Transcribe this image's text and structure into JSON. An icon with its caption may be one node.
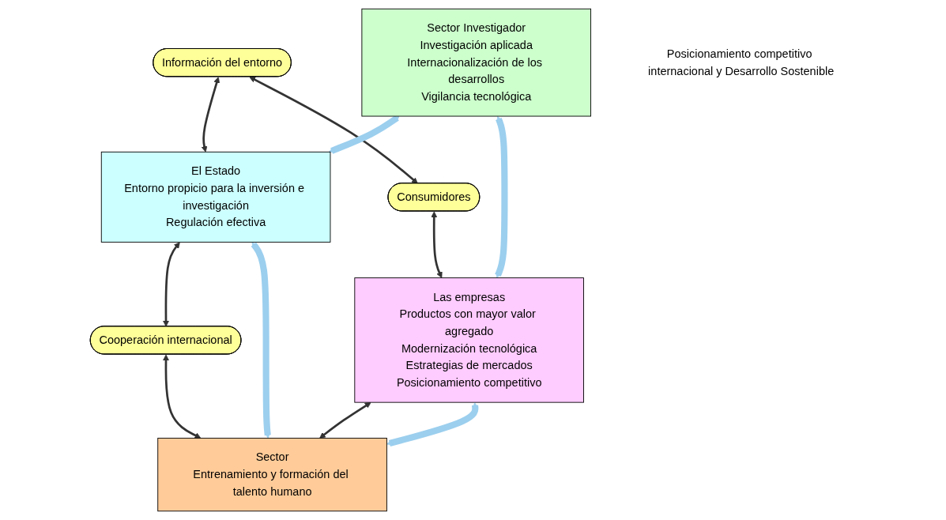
{
  "diagram": {
    "nodes": [
      {
        "text": [
          "El Estado",
          "Entorno propicio para la inversión e investigación",
          "Regulación efectiva"
        ]
      },
      {
        "text": [
          "Información del entorno"
        ]
      },
      {
        "text": [
          "Cooperación internacional"
        ]
      },
      {
        "text": [
          "Sector Investigador",
          "Investigación aplicada",
          "Internacionalización de los desarrollos",
          "Vigilancia tecnológica"
        ]
      },
      {
        "text": [
          "Posicionamiento competitivo internacional y Desarrollo Sostenible"
        ]
      },
      {
        "text": [
          "Sector",
          "Entrenamiento y formación del talento humano"
        ]
      },
      {
        "text": [
          "Consumidores"
        ]
      },
      {
        "text": [
          "Las empresas",
          "Productos con mayor valor agregado",
          "Modernización tecnológica",
          "Estrategias de mercados",
          "Posicionamiento competitivo"
        ]
      }
    ],
    "edges": [
      {
        "from": 1,
        "to": 0,
        "arrow": "both"
      },
      {
        "from": 0,
        "to": 2,
        "arrow": "both"
      },
      {
        "from": 2,
        "to": 5,
        "arrow": "both"
      },
      {
        "from": 1,
        "to": 6,
        "arrow": "both"
      },
      {
        "from": 6,
        "to": 7,
        "arrow": "both"
      },
      {
        "from": 7,
        "to": 5,
        "arrow": "both"
      },
      {
        "from": 3,
        "to": 0,
        "arrow": "both",
        "style": "thick",
        "color": "#9ccfee"
      },
      {
        "from": 0,
        "to": 5,
        "arrow": "both",
        "style": "thick",
        "color": "#9ccfee"
      },
      {
        "from": 3,
        "to": 7,
        "arrow": "both",
        "style": "thick",
        "color": "#9ccfee"
      },
      {
        "from": 7,
        "to": 5,
        "arrow": "both",
        "style": "thick",
        "color": "#9ccfee"
      }
    ]
  }
}
